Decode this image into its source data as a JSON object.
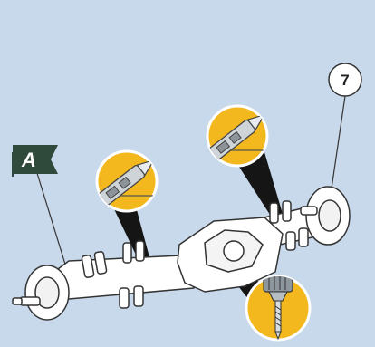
{
  "diagram": {
    "background_color": "#c9d9ec",
    "callout_color": "#f2b81e",
    "flag_color": "#2f4a3a",
    "labels": {
      "flag_label": "A",
      "circle_label": "7"
    },
    "callouts": [
      {
        "name": "cutter-tool-callout-left",
        "icon": "utility-knife-icon"
      },
      {
        "name": "cutter-tool-callout-right",
        "icon": "utility-knife-icon"
      },
      {
        "name": "drill-bit-callout",
        "icon": "drill-bit-icon"
      }
    ],
    "components": [
      "left-wheel-hub",
      "axle-tube-left",
      "differential-housing",
      "axle-tube-right",
      "right-wheel-hub",
      "mounting-brackets"
    ]
  }
}
